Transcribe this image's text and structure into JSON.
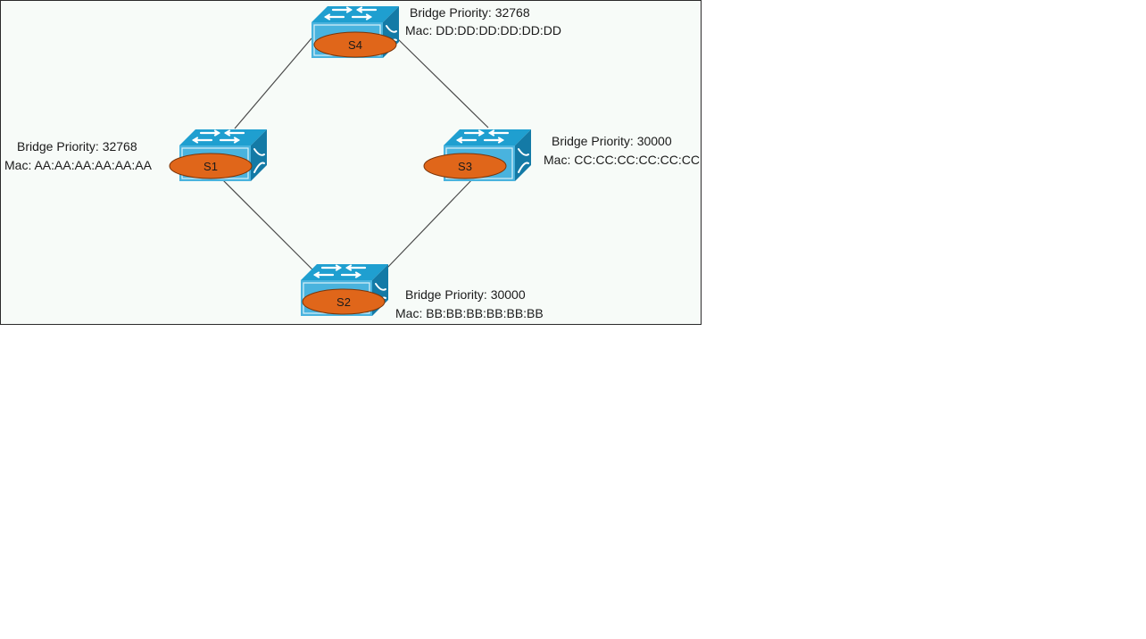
{
  "diagram": {
    "colors": {
      "background": "#f7fbf8",
      "switch_top": "#1f9fd0",
      "switch_front": "#49b3de",
      "switch_side": "#147aa6",
      "switch_arrow": "#ffffff",
      "tag_fill": "#e0661a",
      "tag_stroke": "#7a3408",
      "link": "#4a4a4a"
    },
    "switches": [
      {
        "id": "S1",
        "name": "S1",
        "priority_label": "Bridge Priority: 32768",
        "mac_label": "Mac: AA:AA:AA:AA:AA:AA",
        "icon": "switch-icon"
      },
      {
        "id": "S2",
        "name": "S2",
        "priority_label": "Bridge Priority: 30000",
        "mac_label": "Mac: BB:BB:BB:BB:BB:BB",
        "icon": "switch-icon"
      },
      {
        "id": "S3",
        "name": "S3",
        "priority_label": "Bridge Priority: 30000",
        "mac_label": "Mac: CC:CC:CC:CC:CC:CC",
        "icon": "switch-icon"
      },
      {
        "id": "S4",
        "name": "S4",
        "priority_label": "Bridge Priority: 32768",
        "mac_label": "Mac: DD:DD:DD:DD:DD:DD",
        "icon": "switch-icon"
      }
    ],
    "links": [
      {
        "from": "S1",
        "to": "S4"
      },
      {
        "from": "S4",
        "to": "S3"
      },
      {
        "from": "S1",
        "to": "S2"
      },
      {
        "from": "S2",
        "to": "S3"
      }
    ]
  }
}
